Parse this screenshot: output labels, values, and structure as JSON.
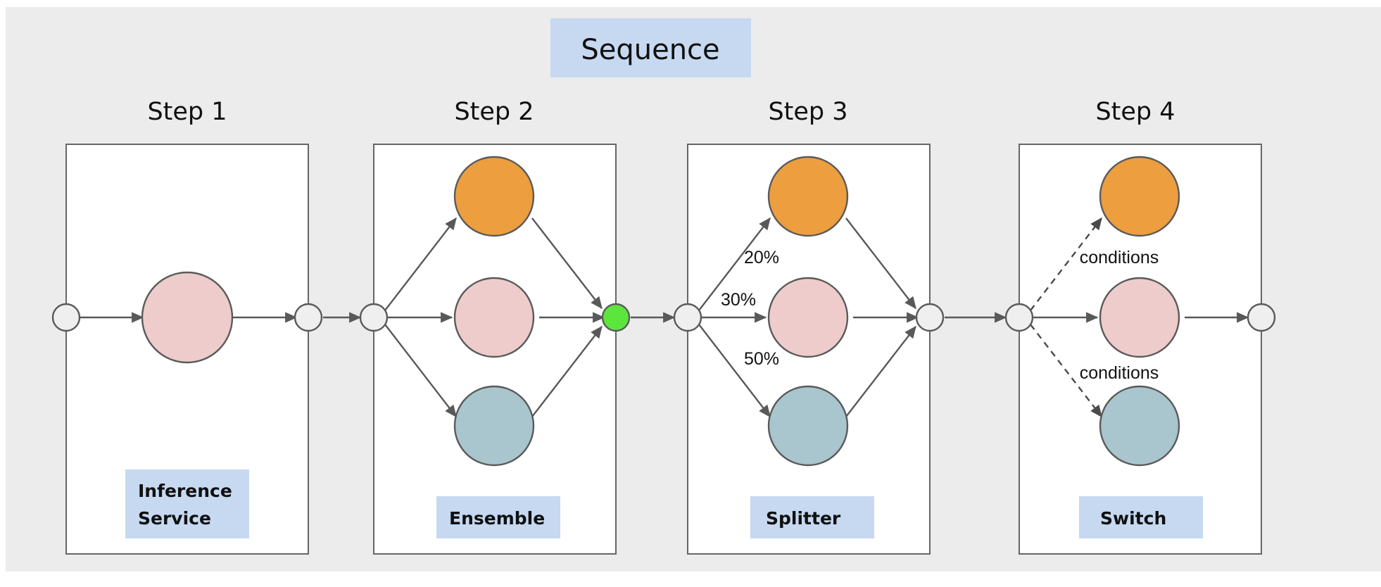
{
  "canvas": {
    "title": "Sequence",
    "background_color": "#ececec",
    "page_background": "#ffffff"
  },
  "palette": {
    "chip_fill": "#c6d9f1",
    "box_fill": "#ffffff",
    "box_stroke": "#666666",
    "edge_stroke": "#595959",
    "junction_fill": "#efefef",
    "orange": "#ed9e3f",
    "pink": "#eecccc",
    "teal": "#a9c5cd",
    "green": "#5ce63d"
  },
  "steps": [
    {
      "heading": "Step 1",
      "chip_label": "Inference Service",
      "chip_lines": [
        "Inference",
        "Service"
      ],
      "pattern": "single",
      "nodes": [
        {
          "name": "model-node",
          "color_key": "pink"
        }
      ],
      "edges": [
        {
          "from": "entry-junction",
          "to": "model-node",
          "style": "solid",
          "label": ""
        },
        {
          "from": "model-node",
          "to": "exit-junction",
          "style": "solid",
          "label": ""
        }
      ]
    },
    {
      "heading": "Step 2",
      "chip_label": "Ensemble",
      "chip_lines": [
        "Ensemble"
      ],
      "pattern": "fan-out-fan-in",
      "nodes": [
        {
          "name": "branch-node-top",
          "color_key": "orange"
        },
        {
          "name": "branch-node-middle",
          "color_key": "pink"
        },
        {
          "name": "branch-node-bottom",
          "color_key": "teal"
        }
      ],
      "merge_node": {
        "name": "ensemble-merge-node",
        "color_key": "green"
      },
      "edges": [
        {
          "from": "entry-junction",
          "to": "branch-node-top",
          "style": "solid",
          "label": ""
        },
        {
          "from": "entry-junction",
          "to": "branch-node-middle",
          "style": "solid",
          "label": ""
        },
        {
          "from": "entry-junction",
          "to": "branch-node-bottom",
          "style": "solid",
          "label": ""
        },
        {
          "from": "branch-node-top",
          "to": "ensemble-merge-node",
          "style": "solid",
          "label": ""
        },
        {
          "from": "branch-node-middle",
          "to": "ensemble-merge-node",
          "style": "solid",
          "label": ""
        },
        {
          "from": "branch-node-bottom",
          "to": "ensemble-merge-node",
          "style": "solid",
          "label": ""
        }
      ]
    },
    {
      "heading": "Step 3",
      "chip_label": "Splitter",
      "chip_lines": [
        "Splitter"
      ],
      "pattern": "weighted-split",
      "nodes": [
        {
          "name": "split-node-top",
          "color_key": "orange"
        },
        {
          "name": "split-node-middle",
          "color_key": "pink"
        },
        {
          "name": "split-node-bottom",
          "color_key": "teal"
        }
      ],
      "edges": [
        {
          "from": "entry-junction",
          "to": "split-node-top",
          "style": "solid",
          "label": "20%"
        },
        {
          "from": "entry-junction",
          "to": "split-node-middle",
          "style": "solid",
          "label": "30%"
        },
        {
          "from": "entry-junction",
          "to": "split-node-bottom",
          "style": "solid",
          "label": "50%"
        },
        {
          "from": "split-node-top",
          "to": "exit-junction",
          "style": "solid",
          "label": ""
        },
        {
          "from": "split-node-middle",
          "to": "exit-junction",
          "style": "solid",
          "label": ""
        },
        {
          "from": "split-node-bottom",
          "to": "exit-junction",
          "style": "solid",
          "label": ""
        }
      ],
      "split_weights": [
        "20%",
        "30%",
        "50%"
      ]
    },
    {
      "heading": "Step 4",
      "chip_label": "Switch",
      "chip_lines": [
        "Switch"
      ],
      "pattern": "conditional-switch",
      "nodes": [
        {
          "name": "switch-node-top",
          "color_key": "orange"
        },
        {
          "name": "switch-node-middle",
          "color_key": "pink"
        },
        {
          "name": "switch-node-bottom",
          "color_key": "teal"
        }
      ],
      "edges": [
        {
          "from": "entry-junction",
          "to": "switch-node-top",
          "style": "dashed",
          "label": "conditions"
        },
        {
          "from": "entry-junction",
          "to": "switch-node-middle",
          "style": "solid",
          "label": ""
        },
        {
          "from": "entry-junction",
          "to": "switch-node-bottom",
          "style": "dashed",
          "label": "conditions"
        },
        {
          "from": "switch-node-middle",
          "to": "exit-junction",
          "style": "solid",
          "label": ""
        }
      ],
      "condition_labels": [
        "conditions",
        "conditions"
      ]
    }
  ],
  "edge_labels": {
    "weight_top": "20%",
    "weight_middle": "30%",
    "weight_bottom": "50%",
    "condition_upper": "conditions",
    "condition_lower": "conditions"
  }
}
